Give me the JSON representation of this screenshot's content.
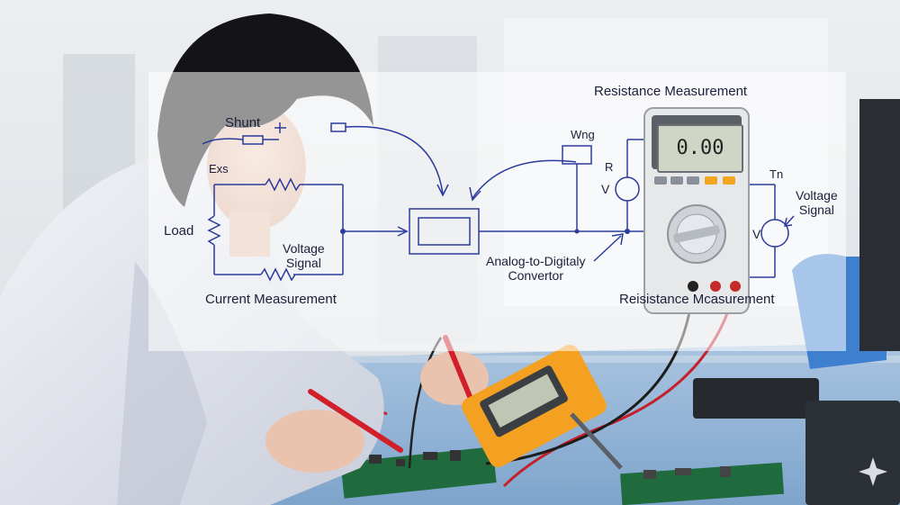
{
  "labels": {
    "shunt": "Shunt",
    "exs": "Exs",
    "load": "Load",
    "voltage_signal_left": "Voltage\nSignal",
    "current_measurement": "Current Measurement",
    "wng": "Wng",
    "r_label": "R",
    "v_label_left": "V",
    "adc": "Analog-to-Digitaly\nConvertor",
    "resistance_top": "Resistance Measurement",
    "resistance_bottom": "Reisistance Mcasurement",
    "tn": "Tn",
    "v_label_right": "V",
    "voltage_signal_right": "Voltage\nSignal"
  },
  "multimeter": {
    "reading": "0.00"
  },
  "colors": {
    "diagram_line": "#2b3a9c",
    "meter_yellow": "#f39a1e",
    "lab_coat": "#d9dde8",
    "bench": "#8fb3d6"
  }
}
